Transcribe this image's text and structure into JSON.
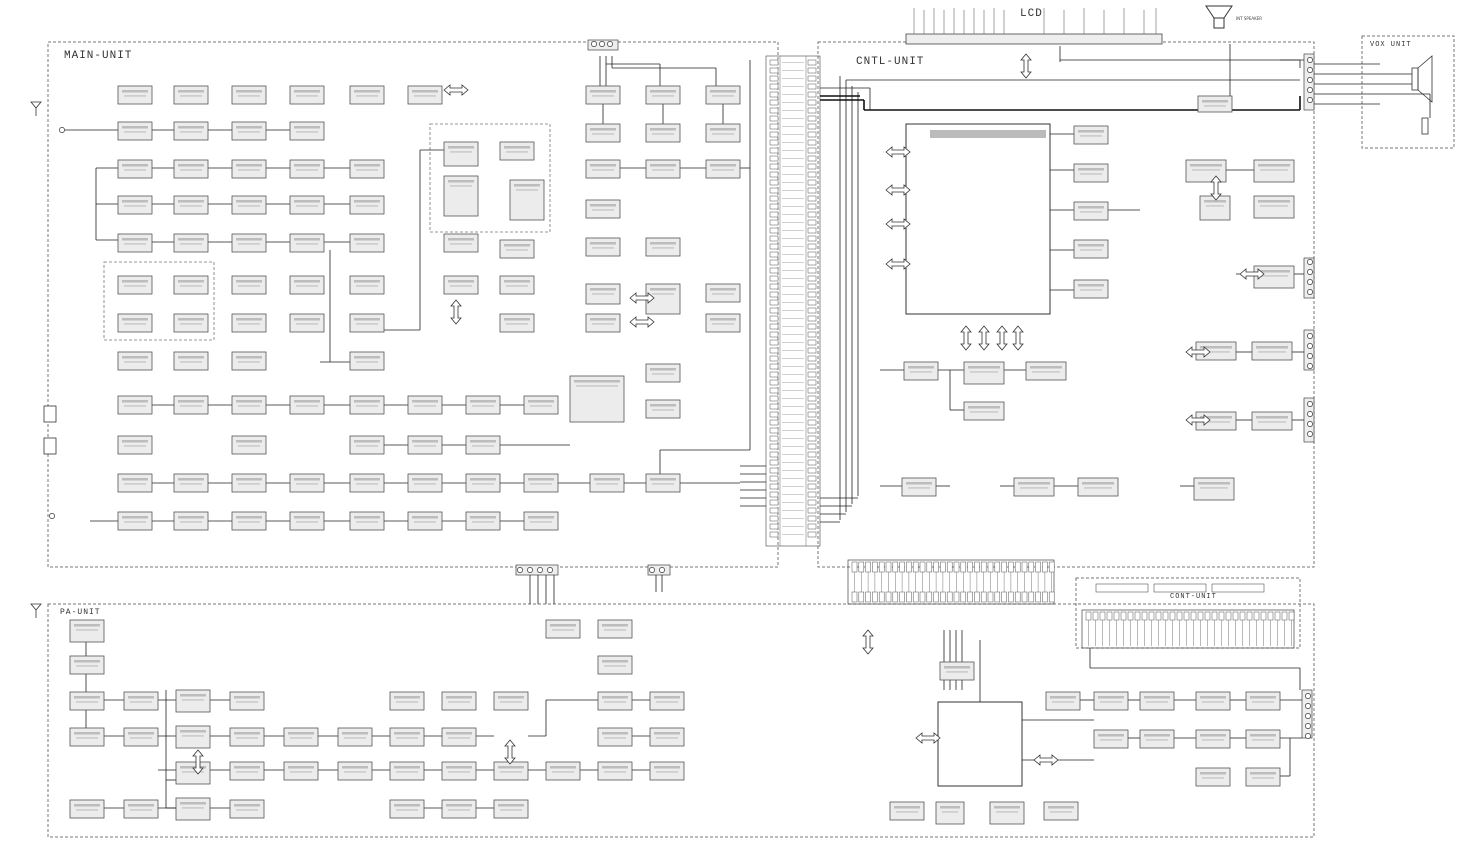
{
  "units": {
    "main": "MAIN-UNIT",
    "cntl": "CNTL-UNIT",
    "lcd": "LCD",
    "vox": "VOX UNIT",
    "ctrl_panel": "CONT-UNIT",
    "bottom": "PA-UNIT"
  },
  "speaker_label": "INT SPEAKER",
  "colors": {
    "line": "#222222",
    "box_stroke": "#555555",
    "box_fill": "#d9d9d9",
    "border": "#777777"
  }
}
